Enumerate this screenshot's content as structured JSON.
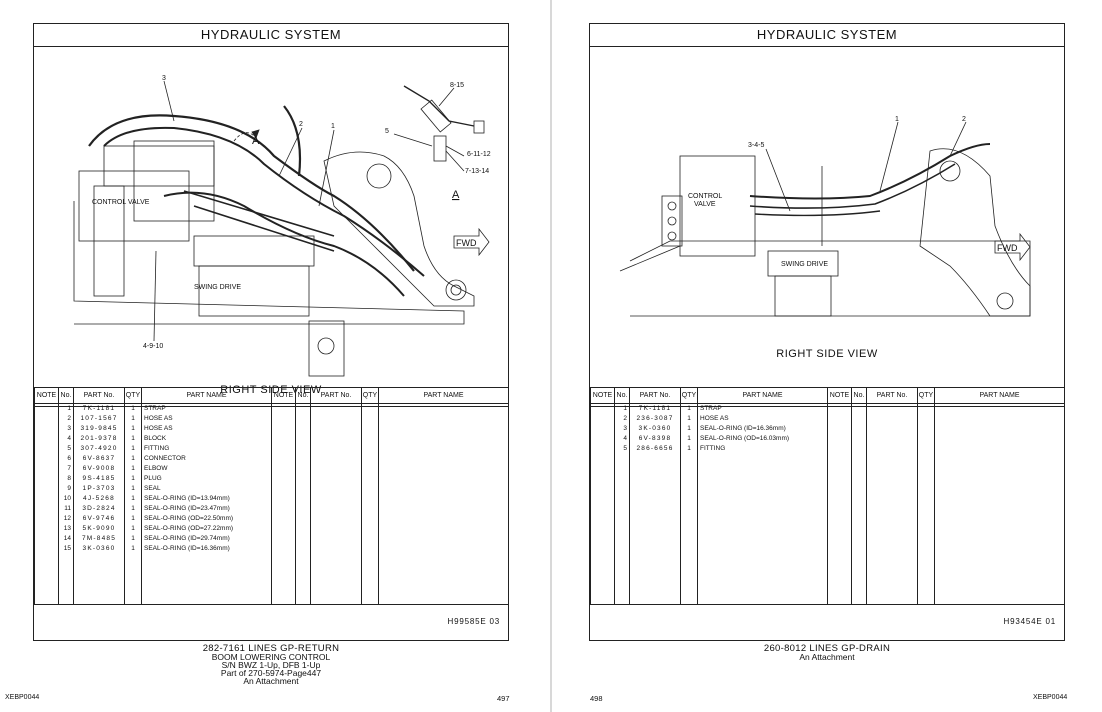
{
  "left_page": {
    "title": "HYDRAULIC  SYSTEM",
    "view_label": "RIGHT  SIDE  VIEW",
    "diagram_labels": {
      "callout_3": "3",
      "callout_2": "2",
      "callout_1": "1",
      "callout_8_15": "8-15",
      "callout_5": "5",
      "callout_6_11_12": "6-11-12",
      "callout_7_13_14": "7-13-14",
      "callout_4_9_10": "4-9-10",
      "arrow_a": "A",
      "detail_a": "A",
      "control_valve": "CONTROL  VALVE",
      "swing_drive": "SWING DRIVE",
      "fwd": "FWD"
    },
    "table_headers": [
      "NOTE",
      "No.",
      "PART No.",
      "QTY",
      "PART NAME",
      "NOTE",
      "No.",
      "PART No.",
      "QTY",
      "PART NAME"
    ],
    "parts": [
      {
        "no": "1",
        "part_no": "7K-1181",
        "qty": "1",
        "name": "STRAP"
      },
      {
        "no": "2",
        "part_no": "107-1567",
        "qty": "1",
        "name": "HOSE AS"
      },
      {
        "no": "3",
        "part_no": "319-9845",
        "qty": "1",
        "name": "HOSE AS"
      },
      {
        "no": "4",
        "part_no": "201-9378",
        "qty": "1",
        "name": "BLOCK"
      },
      {
        "no": "5",
        "part_no": "307-4920",
        "qty": "1",
        "name": "FITTING"
      },
      {
        "no": "6",
        "part_no": "6V-8637",
        "qty": "1",
        "name": "CONNECTOR"
      },
      {
        "no": "7",
        "part_no": "6V-9008",
        "qty": "1",
        "name": "ELBOW"
      },
      {
        "no": "8",
        "part_no": "9S-4185",
        "qty": "1",
        "name": "PLUG"
      },
      {
        "no": "9",
        "part_no": "1P-3703",
        "qty": "1",
        "name": "SEAL"
      },
      {
        "no": "10",
        "part_no": "4J-5268",
        "qty": "1",
        "name": "SEAL-O-RING (ID=13.94mm)"
      },
      {
        "no": "11",
        "part_no": "3D-2824",
        "qty": "1",
        "name": "SEAL-O-RING (ID=23.47mm)"
      },
      {
        "no": "12",
        "part_no": "6V-9746",
        "qty": "1",
        "name": "SEAL-O-RING (OD=22.50mm)"
      },
      {
        "no": "13",
        "part_no": "5K-9090",
        "qty": "1",
        "name": "SEAL-O-RING (OD=27.22mm)"
      },
      {
        "no": "14",
        "part_no": "7M-8485",
        "qty": "1",
        "name": "SEAL-O-RING (ID=29.74mm)"
      },
      {
        "no": "15",
        "part_no": "3K-0360",
        "qty": "1",
        "name": "SEAL-O-RING (ID=16.36mm)"
      }
    ],
    "ref_code": "H99585E   03",
    "caption_lines": [
      "282-7161  LINES  GP-RETURN",
      "BOOM  LOWERING  CONTROL",
      "S/N BWZ 1-Up, DFB 1-Up",
      "Part of 270-5974-Page447",
      "An Attachment"
    ],
    "doc_code": "XEBP0044",
    "page_number": "497"
  },
  "right_page": {
    "title": "HYDRAULIC  SYSTEM",
    "view_label": "RIGHT  SIDE  VIEW",
    "diagram_labels": {
      "callout_1": "1",
      "callout_2": "2",
      "callout_3_4_5": "3-4-5",
      "control_valve_1": "CONTROL",
      "control_valve_2": "VALVE",
      "swing_drive": "SWING DRIVE",
      "fwd": "FWD"
    },
    "table_headers": [
      "NOTE",
      "No.",
      "PART No.",
      "QTY",
      "PART NAME",
      "NOTE",
      "No.",
      "PART No.",
      "QTY",
      "PART NAME"
    ],
    "parts": [
      {
        "no": "1",
        "part_no": "7K-1181",
        "qty": "1",
        "name": "STRAP"
      },
      {
        "no": "2",
        "part_no": "236-3087",
        "qty": "1",
        "name": "HOSE AS"
      },
      {
        "no": "3",
        "part_no": "3K-0360",
        "qty": "1",
        "name": "SEAL-O-RING (ID=16.36mm)"
      },
      {
        "no": "4",
        "part_no": "6V-8398",
        "qty": "1",
        "name": "SEAL-O-RING (OD=16.03mm)"
      },
      {
        "no": "5",
        "part_no": "286-6656",
        "qty": "1",
        "name": "FITTING"
      }
    ],
    "ref_code": "H93454E   01",
    "caption_lines": [
      "260-8012  LINES  GP-DRAIN",
      "An Attachment"
    ],
    "doc_code": "XEBP0044",
    "page_number": "498"
  }
}
